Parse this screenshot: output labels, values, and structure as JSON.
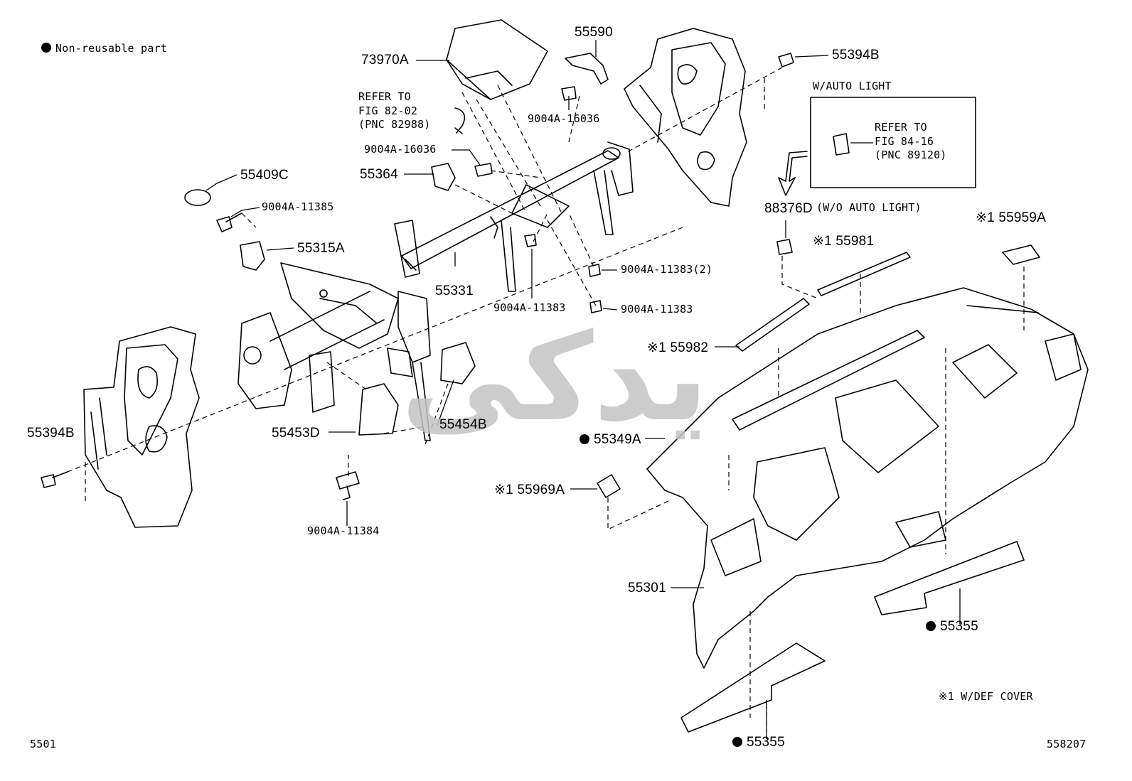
{
  "legend": {
    "non_reusable": "Non-reusable part",
    "def_cover_note": "※1 W/DEF COVER"
  },
  "footer": {
    "left_code": "5501",
    "right_code": "558207"
  },
  "watermark": "یدکی",
  "auto_light_box": {
    "title": "W/AUTO LIGHT",
    "refer": "REFER TO\nFIG 84-16\n(PNC 89120)"
  },
  "refer_82": "REFER TO\nFIG 82-02\n(PNC 82988)",
  "parts": {
    "p73970A": "73970A",
    "p55590": "55590",
    "p9004A_16036_a": "9004A-16036",
    "p9004A_16036_b": "9004A-16036",
    "p55364": "55364",
    "p55409C": "55409C",
    "p9004A_11385": "9004A-11385",
    "p55315A": "55315A",
    "p55331": "55331",
    "p9004A_11383_a": "9004A-11383",
    "p9004A_11383_2": "9004A-11383(2)",
    "p9004A_11383_b": "9004A-11383",
    "p55394B_top": "55394B",
    "p55394B_left": "55394B",
    "p88376D": "88376D",
    "p88376D_note": "(W/O AUTO LIGHT)",
    "p55959A": "※1 55959A",
    "p55981": "※1 55981",
    "p55982": "※1 55982",
    "p55349A": "55349A",
    "p55969A": "※1 55969A",
    "p55453D": "55453D",
    "p55454B": "55454B",
    "p9004A_11384": "9004A-11384",
    "p55301": "55301",
    "p55355_right": "55355",
    "p55355_bottom": "55355"
  },
  "colors": {
    "line": "#000000",
    "watermark": "#bdbdbd"
  }
}
